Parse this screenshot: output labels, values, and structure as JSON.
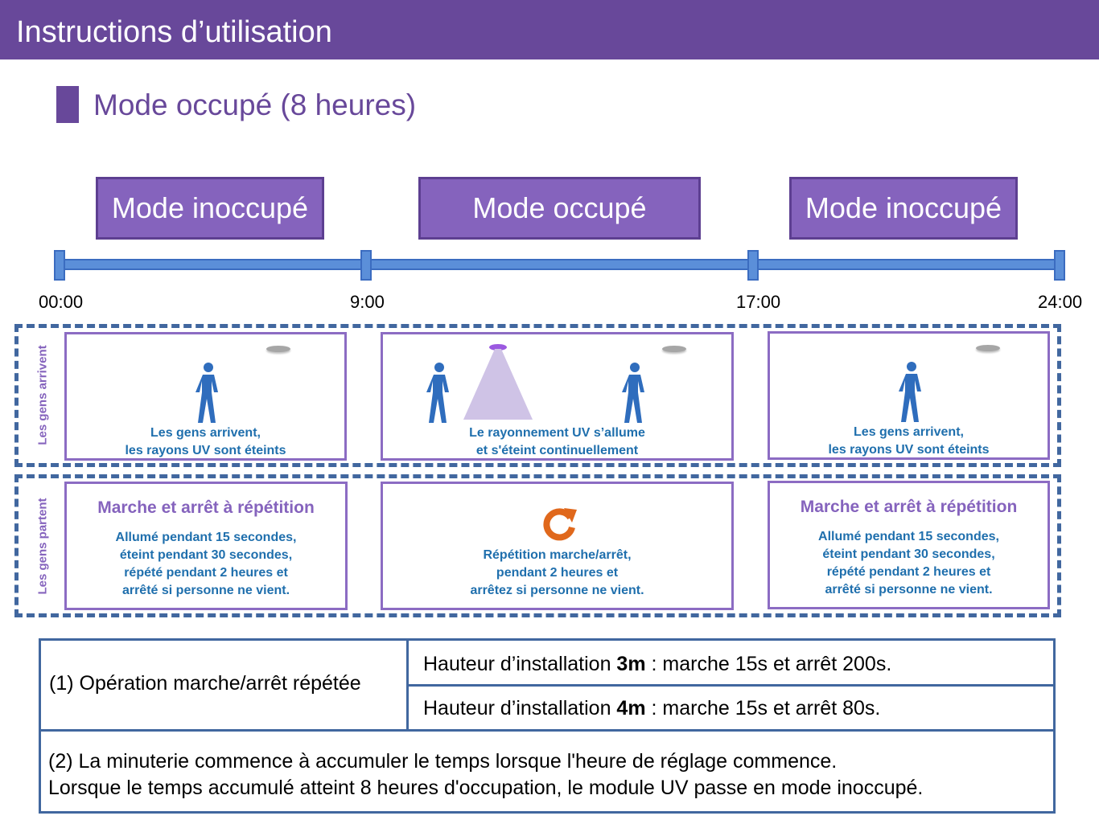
{
  "header": {
    "title": "Instructions d’utilisation"
  },
  "section": {
    "title": "Mode occupé (8 heures)"
  },
  "modes": [
    "Mode inoccupé",
    "Mode occupé",
    "Mode inoccupé"
  ],
  "timeline": {
    "labels": [
      "00:00",
      "9:00",
      "17:00",
      "24:00"
    ]
  },
  "rows": {
    "arrive": {
      "label": "Les gens arrivent",
      "panels": [
        {
          "lines": [
            "Les gens arrivent,",
            "les rayons UV sont éteints"
          ]
        },
        {
          "lines": [
            "Le rayonnement UV s’allume",
            "et s'éteint continuellement"
          ]
        },
        {
          "lines": [
            "Les gens arrivent,",
            "les rayons UV sont éteints"
          ]
        }
      ]
    },
    "leave": {
      "label": "Les gens partent",
      "panels": [
        {
          "heading": "Marche et arrêt à répétition",
          "lines": [
            "Allumé pendant 15 secondes,",
            "éteint pendant 30 secondes,",
            "répété pendant 2 heures et",
            "arrêté si personne ne vient."
          ]
        },
        {
          "lines": [
            "Répétition marche/arrêt,",
            "pendant 2 heures et",
            "arrêtez si personne ne vient."
          ]
        },
        {
          "heading": "Marche et arrêt à répétition",
          "lines": [
            "Allumé pendant 15 secondes,",
            "éteint pendant 30 secondes,",
            "répété pendant 2 heures et",
            "arrêté si personne ne vient."
          ]
        }
      ]
    }
  },
  "table": {
    "row1_label": "(1) Opération marche/arrêt répétée",
    "row1a": {
      "prefix": "Hauteur d’installation ",
      "height": "3m",
      "suffix": " : marche 15s et arrêt 200s."
    },
    "row1b": {
      "prefix": "Hauteur d’installation ",
      "height": "4m",
      "suffix": " : marche 15s et arrêt 80s."
    },
    "row2_lines": [
      "(2) La minuterie commence à accumuler le temps lorsque l'heure de réglage commence.",
      "Lorsque le temps accumulé atteint 8 heures d'occupation, le module UV passe en mode inoccupé."
    ]
  },
  "colors": {
    "purple_header": "#68489a",
    "mode_box": "#8563bd",
    "timeline_blue": "#5b8fd9",
    "dashed_border": "#41679f",
    "caption_blue": "#1f6fad",
    "person_blue": "#2f6dbd",
    "uv_lamp": "#9b59e0",
    "refresh_orange": "#e0681c"
  },
  "icons": {
    "person": "person-walking-icon",
    "lamp": "ceiling-lamp-icon",
    "refresh": "refresh-icon"
  }
}
